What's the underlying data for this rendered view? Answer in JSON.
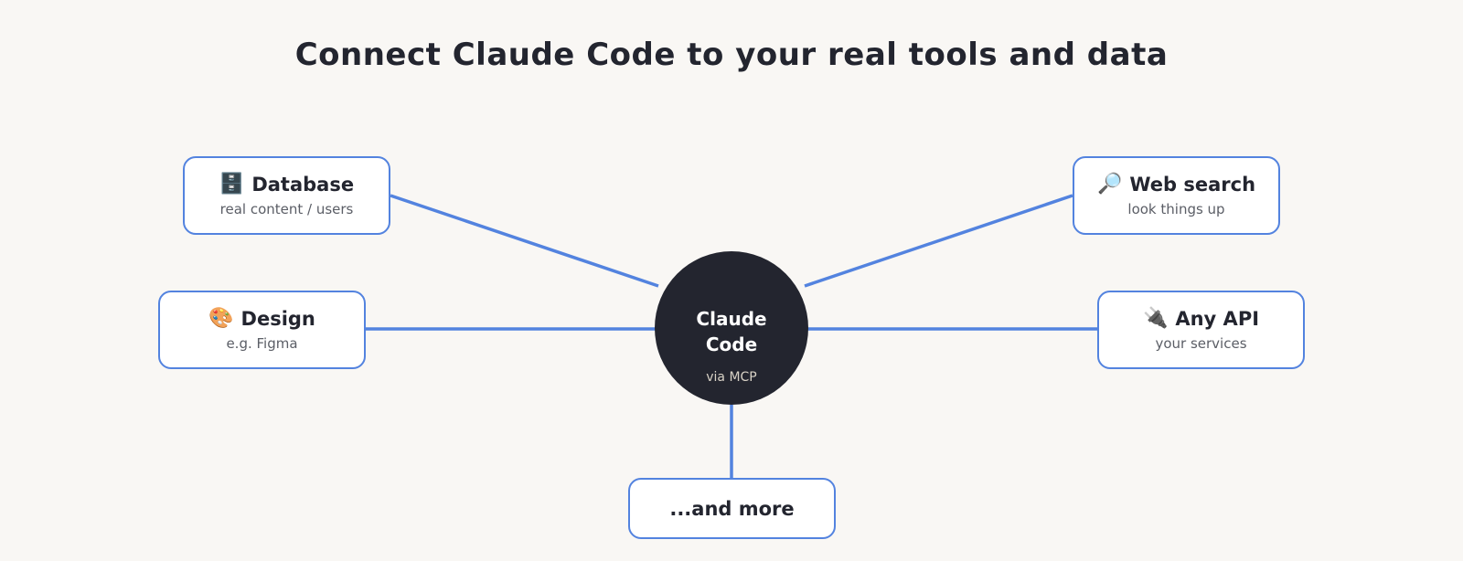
{
  "title": "Connect Claude Code to your real tools and data",
  "hub": {
    "name": "Claude Code",
    "subtitle": "via MCP"
  },
  "nodes": {
    "database": {
      "icon": "🗄️",
      "icon_name": "file-cabinet-icon",
      "label": "Database",
      "subtitle": "real content / users"
    },
    "web_search": {
      "icon": "🔎",
      "icon_name": "magnifying-glass-icon",
      "label": "Web search",
      "subtitle": "look things up"
    },
    "design": {
      "icon": "🎨",
      "icon_name": "palette-icon",
      "label": "Design",
      "subtitle": "e.g. Figma"
    },
    "any_api": {
      "icon": "🔌",
      "icon_name": "plug-icon",
      "label": "Any API",
      "subtitle": "your services"
    },
    "more": {
      "label": "...and more"
    }
  },
  "colors": {
    "background": "#f9f7f4",
    "accent": "#5383df",
    "hub": "#23252f",
    "text": "#23252f",
    "subtext": "#5b5e66"
  }
}
